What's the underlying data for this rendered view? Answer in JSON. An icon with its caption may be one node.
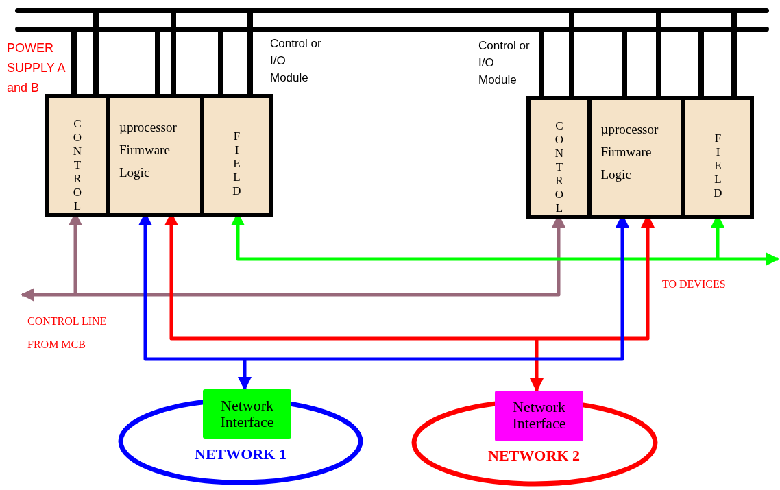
{
  "diagram": {
    "nodes": [
      {
        "text": [
          "Control or I/O Module"
        ]
      },
      {
        "text": [
          "CONTROL"
        ],
        "in": 0
      },
      {
        "text": [
          "µprocessor Firmware Logic"
        ],
        "in": 0
      },
      {
        "text": [
          "FIELD"
        ],
        "in": 0
      },
      {
        "text": [
          "Control or I/O Module"
        ]
      },
      {
        "text": [
          "CONTROL"
        ],
        "in": 4
      },
      {
        "text": [
          "µprocessor Firmware Logic"
        ],
        "in": 4
      },
      {
        "text": [
          "FIELD"
        ],
        "in": 4
      },
      {
        "text": [
          "NETWORK 1"
        ]
      },
      {
        "text": [
          "Network Interface"
        ]
      },
      {
        "text": [
          "NETWORK 2"
        ]
      },
      {
        "text": [
          "Network Interface"
        ]
      },
      {
        "text": [],
        "shape": "bar"
      },
      {
        "text": [],
        "shape": "bar"
      }
    ],
    "edges": [
      {
        "from": 12,
        "to": 1,
        "arrow": "none"
      },
      {
        "from": 13,
        "to": 1,
        "arrow": "none"
      },
      {
        "from": 12,
        "to": 2,
        "arrow": "none"
      },
      {
        "from": 13,
        "to": 2,
        "arrow": "none"
      },
      {
        "from": 12,
        "to": 3,
        "arrow": "none"
      },
      {
        "from": 13,
        "to": 3,
        "arrow": "none"
      },
      {
        "from": 12,
        "to": 5,
        "arrow": "none"
      },
      {
        "from": 13,
        "to": 5,
        "arrow": "none"
      },
      {
        "from": 12,
        "to": 6,
        "arrow": "none"
      },
      {
        "from": 13,
        "to": 6,
        "arrow": "none"
      },
      {
        "from": 12,
        "to": 7,
        "arrow": "none"
      },
      {
        "from": 13,
        "to": 7,
        "arrow": "none"
      },
      {
        "from": 1,
        "to": 5,
        "arrow": "both",
        "color": "#98687a"
      },
      {
        "from": 1,
        "to": null,
        "arrow": "both",
        "label": "CONTROL LINE FROM MCB",
        "color": "#98687a"
      },
      {
        "from": 3,
        "to": 7,
        "arrow": "both",
        "color": "#00ff00"
      },
      {
        "from": 7,
        "to": null,
        "arrow": "both",
        "label": "TO DEVICES",
        "color": "#00ff00"
      },
      {
        "from": 11,
        "to": 2,
        "arrow": "both",
        "color": "#ff0000"
      },
      {
        "from": 11,
        "to": 6,
        "arrow": "both",
        "color": "#ff0000"
      },
      {
        "from": 9,
        "to": 2,
        "arrow": "both",
        "color": "#0000ff"
      },
      {
        "from": 9,
        "to": 6,
        "arrow": "both",
        "color": "#0000ff"
      }
    ],
    "labels": [
      "POWER SUPPLY A and B"
    ]
  }
}
